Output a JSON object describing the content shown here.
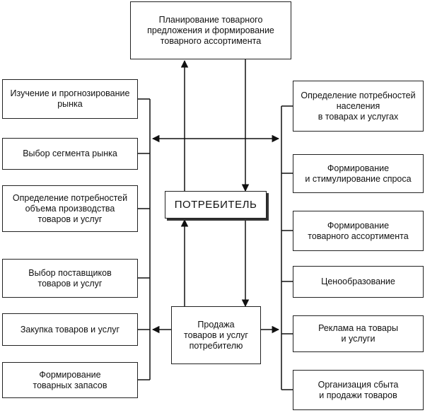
{
  "top": "Планирование товарного\nпредложения и формирование\nтоварного ассортимента",
  "center": "ПОТРЕБИТЕЛЬ",
  "bottom_center": "Продажа\nтоваров и услуг\nпотребителю",
  "left": [
    "Изучение и прогнозирование\nрынка",
    "Выбор сегмента рынка",
    "Определение потребностей\nобъема производства\nтоваров и услуг",
    "Выбор поставщиков\nтоваров и услуг",
    "Закупка товаров и услуг",
    "Формирование\nтоварных запасов"
  ],
  "right": [
    "Определение потребностей\nнаселения\nв товарах и услугах",
    "Формирование\nи стимулирование спроса",
    "Формирование\nтоварного ассортимента",
    "Ценообразование",
    "Реклама на товары\nи услуги",
    "Организация сбыта\nи продажи товаров"
  ]
}
